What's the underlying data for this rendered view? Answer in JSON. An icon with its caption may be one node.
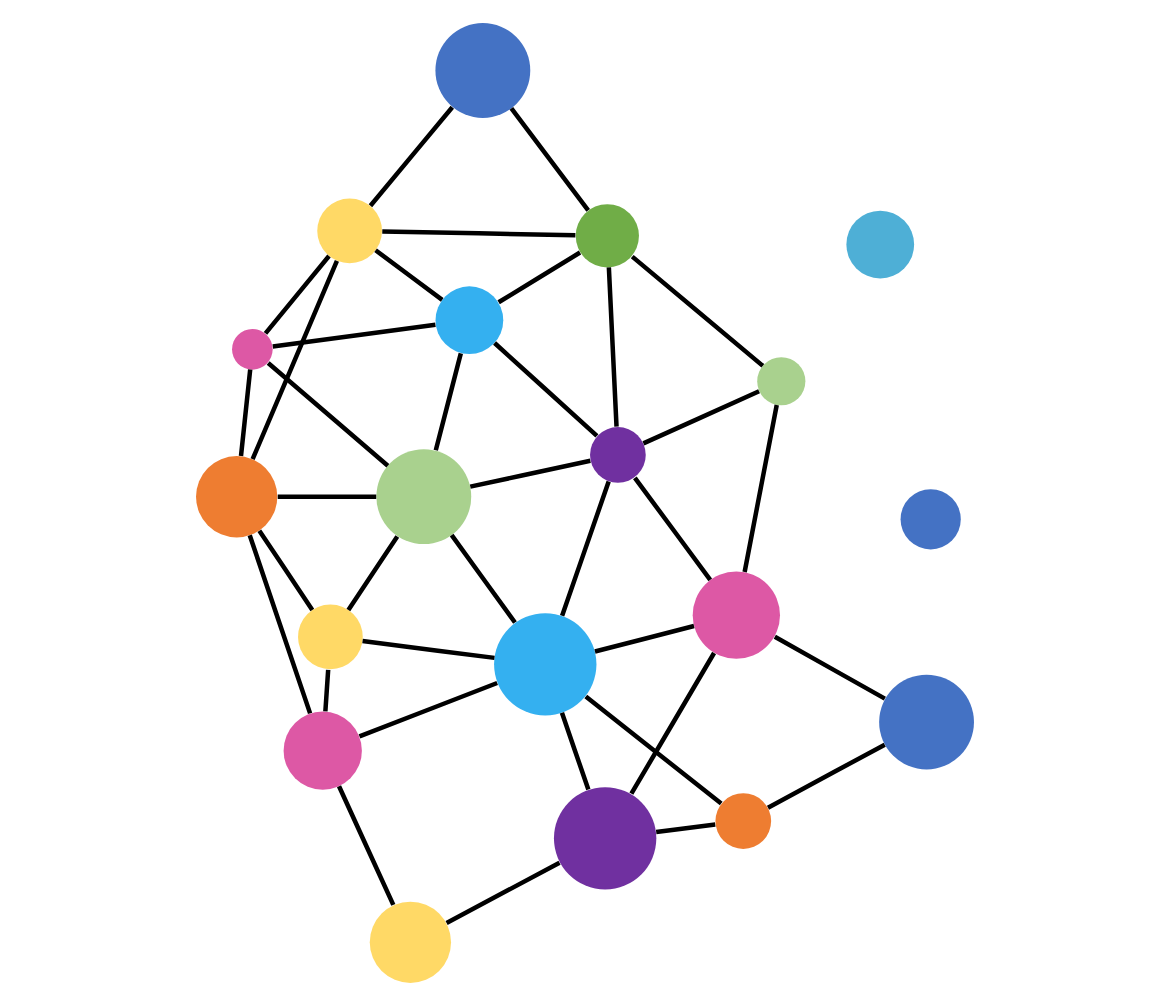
{
  "diagram": {
    "nodes": [
      {
        "text": [],
        "shape": "circle"
      },
      {
        "text": [],
        "shape": "circle"
      },
      {
        "text": [],
        "shape": "circle"
      },
      {
        "text": [],
        "shape": "circle"
      },
      {
        "text": [],
        "shape": "circle"
      },
      {
        "text": [],
        "shape": "circle"
      },
      {
        "text": [],
        "shape": "circle"
      },
      {
        "text": [],
        "shape": "circle"
      },
      {
        "text": [],
        "shape": "circle"
      },
      {
        "text": [],
        "shape": "circle"
      },
      {
        "text": [],
        "shape": "circle"
      },
      {
        "text": [],
        "shape": "circle"
      },
      {
        "text": [],
        "shape": "circle"
      },
      {
        "text": [],
        "shape": "circle"
      },
      {
        "text": [],
        "shape": "circle"
      },
      {
        "text": [],
        "shape": "circle"
      },
      {
        "text": [],
        "shape": "circle"
      },
      {
        "text": [],
        "shape": "circle"
      },
      {
        "text": [],
        "shape": "circle"
      }
    ],
    "edges": [
      {
        "from": 0,
        "to": 3,
        "arrow": "none"
      },
      {
        "from": 0,
        "to": 2,
        "arrow": "none"
      },
      {
        "from": 0,
        "to": 4,
        "arrow": "none"
      },
      {
        "from": 0,
        "to": 7,
        "arrow": "none"
      },
      {
        "from": 0,
        "to": 5,
        "arrow": "none"
      },
      {
        "from": 3,
        "to": 4,
        "arrow": "none"
      },
      {
        "from": 3,
        "to": 8,
        "arrow": "none"
      },
      {
        "from": 3,
        "to": 10,
        "arrow": "none"
      },
      {
        "from": 3,
        "to": 14,
        "arrow": "none"
      },
      {
        "from": 4,
        "to": 7,
        "arrow": "none"
      },
      {
        "from": 4,
        "to": 10,
        "arrow": "none"
      },
      {
        "from": 7,
        "to": 5,
        "arrow": "none"
      },
      {
        "from": 7,
        "to": 10,
        "arrow": "none"
      },
      {
        "from": 7,
        "to": 9,
        "arrow": "none"
      },
      {
        "from": 7,
        "to": 12,
        "arrow": "none"
      },
      {
        "from": 5,
        "to": 2,
        "arrow": "none"
      },
      {
        "from": 5,
        "to": 9,
        "arrow": "none"
      },
      {
        "from": 2,
        "to": 9,
        "arrow": "none"
      },
      {
        "from": 2,
        "to": 6,
        "arrow": "none"
      },
      {
        "from": 6,
        "to": 11,
        "arrow": "none"
      },
      {
        "from": 8,
        "to": 14,
        "arrow": "none"
      },
      {
        "from": 10,
        "to": 12,
        "arrow": "none"
      },
      {
        "from": 10,
        "to": 14,
        "arrow": "none"
      },
      {
        "from": 9,
        "to": 11,
        "arrow": "none"
      },
      {
        "from": 9,
        "to": 12,
        "arrow": "none"
      },
      {
        "from": 9,
        "to": 15,
        "arrow": "none"
      },
      {
        "from": 9,
        "to": 16,
        "arrow": "none"
      },
      {
        "from": 11,
        "to": 15,
        "arrow": "none"
      },
      {
        "from": 11,
        "to": 16,
        "arrow": "none"
      },
      {
        "from": 12,
        "to": 14,
        "arrow": "none"
      },
      {
        "from": 12,
        "to": 17,
        "arrow": "none"
      },
      {
        "from": 12,
        "to": 15,
        "arrow": "none"
      },
      {
        "from": 14,
        "to": 17,
        "arrow": "none"
      },
      {
        "from": 17,
        "to": 15,
        "arrow": "none"
      },
      {
        "from": 15,
        "to": 18,
        "arrow": "none"
      },
      {
        "from": 16,
        "to": 18,
        "arrow": "none"
      }
    ]
  }
}
